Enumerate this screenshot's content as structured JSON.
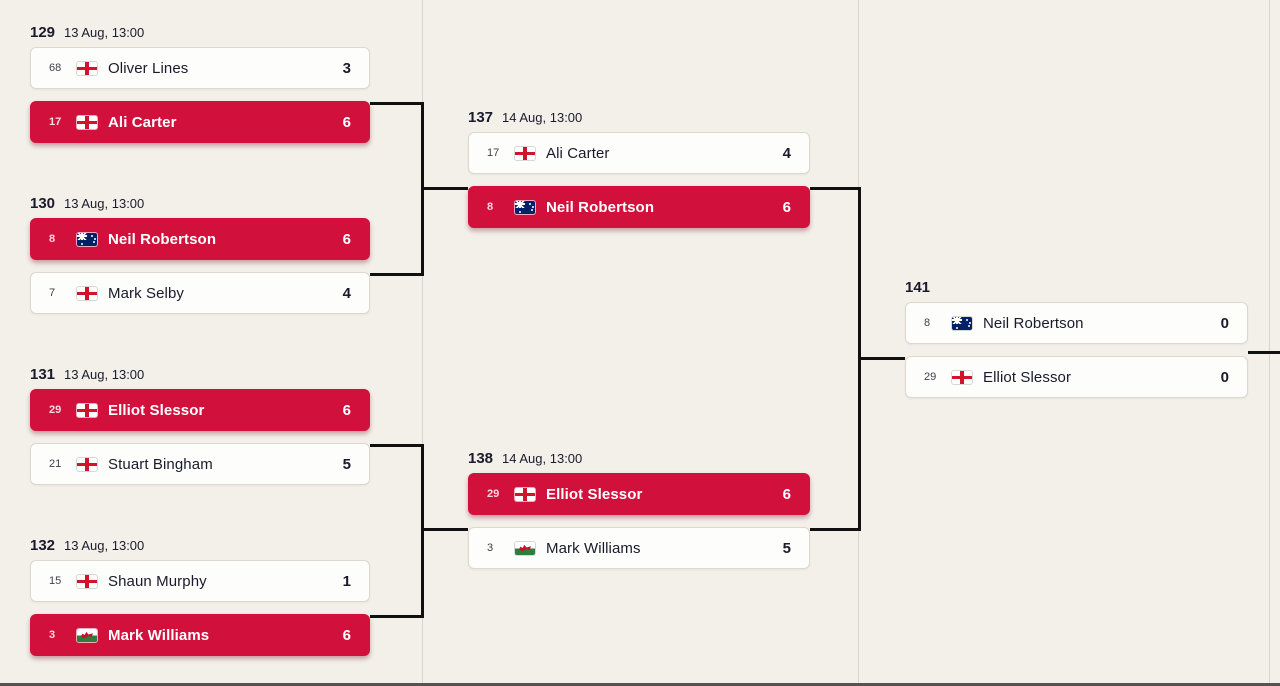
{
  "colors": {
    "background": "#f2f0e9",
    "winner": "#d2103c",
    "row_bg": "#fdfdfb",
    "row_border": "#dcd8cd",
    "text": "#1a1a2c",
    "connector": "#101010",
    "divider": "#d9d5cb"
  },
  "rounds": [
    {
      "matches": [
        {
          "id": "129",
          "date": "13 Aug, 13:00",
          "players": [
            {
              "seed": "68",
              "flag": "england",
              "name": "Oliver Lines",
              "score": "3",
              "winner": false
            },
            {
              "seed": "17",
              "flag": "england",
              "name": "Ali Carter",
              "score": "6",
              "winner": true
            }
          ]
        },
        {
          "id": "130",
          "date": "13 Aug, 13:00",
          "players": [
            {
              "seed": "8",
              "flag": "australia",
              "name": "Neil Robertson",
              "score": "6",
              "winner": true
            },
            {
              "seed": "7",
              "flag": "england",
              "name": "Mark Selby",
              "score": "4",
              "winner": false
            }
          ]
        },
        {
          "id": "131",
          "date": "13 Aug, 13:00",
          "players": [
            {
              "seed": "29",
              "flag": "england",
              "name": "Elliot Slessor",
              "score": "6",
              "winner": true
            },
            {
              "seed": "21",
              "flag": "england",
              "name": "Stuart Bingham",
              "score": "5",
              "winner": false
            }
          ]
        },
        {
          "id": "132",
          "date": "13 Aug, 13:00",
          "players": [
            {
              "seed": "15",
              "flag": "england",
              "name": "Shaun Murphy",
              "score": "1",
              "winner": false
            },
            {
              "seed": "3",
              "flag": "wales",
              "name": "Mark Williams",
              "score": "6",
              "winner": true
            }
          ]
        }
      ]
    },
    {
      "matches": [
        {
          "id": "137",
          "date": "14 Aug, 13:00",
          "players": [
            {
              "seed": "17",
              "flag": "england",
              "name": "Ali Carter",
              "score": "4",
              "winner": false
            },
            {
              "seed": "8",
              "flag": "australia",
              "name": "Neil Robertson",
              "score": "6",
              "winner": true
            }
          ]
        },
        {
          "id": "138",
          "date": "14 Aug, 13:00",
          "players": [
            {
              "seed": "29",
              "flag": "england",
              "name": "Elliot Slessor",
              "score": "6",
              "winner": true
            },
            {
              "seed": "3",
              "flag": "wales",
              "name": "Mark Williams",
              "score": "5",
              "winner": false
            }
          ]
        }
      ]
    },
    {
      "matches": [
        {
          "id": "141",
          "date": "",
          "players": [
            {
              "seed": "8",
              "flag": "australia",
              "name": "Neil Robertson",
              "score": "0",
              "winner": false
            },
            {
              "seed": "29",
              "flag": "england",
              "name": "Elliot Slessor",
              "score": "0",
              "winner": false
            }
          ]
        }
      ]
    }
  ]
}
